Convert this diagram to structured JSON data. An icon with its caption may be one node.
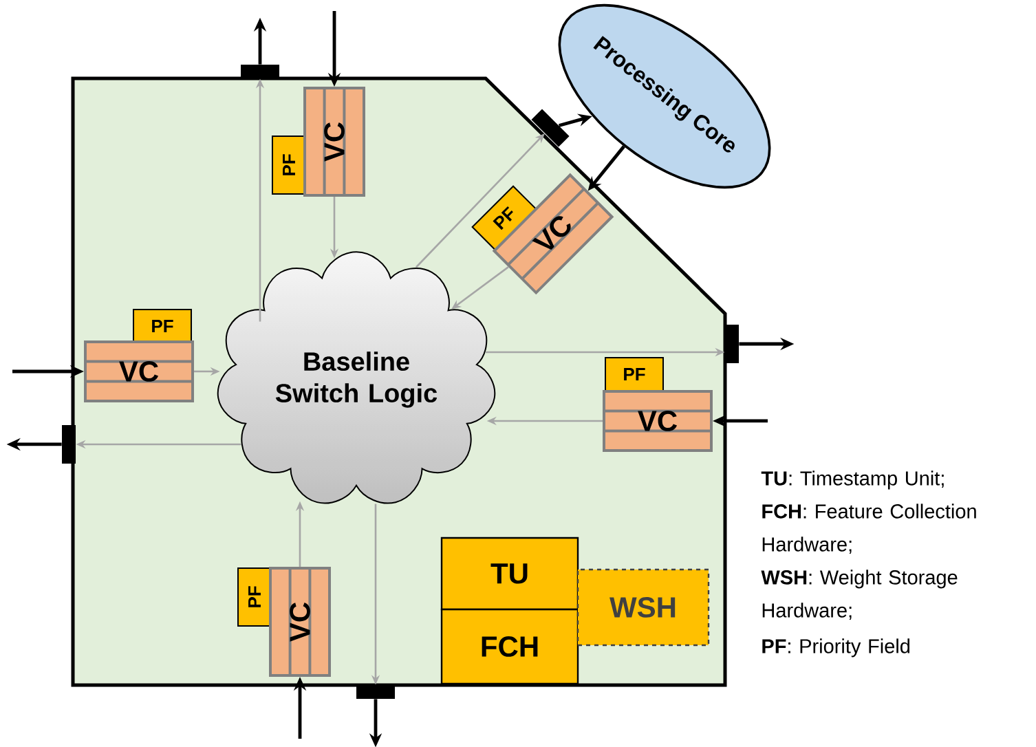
{
  "diagram": {
    "nodes": [
      {
        "text": [],
        "shape": "box"
      },
      {
        "text": [
          "Processing Core"
        ]
      },
      {
        "text": [
          "Baseline Switch Logic"
        ],
        "in": 0
      },
      {
        "text": [
          "PF"
        ],
        "in": 0
      },
      {
        "text": [
          "VC"
        ],
        "in": 0
      },
      {
        "text": [
          "PF"
        ],
        "in": 0
      },
      {
        "text": [
          "VC"
        ],
        "in": 0
      },
      {
        "text": [
          "PF"
        ],
        "in": 0
      },
      {
        "text": [
          "VC"
        ],
        "in": 0
      },
      {
        "text": [
          "PF"
        ],
        "in": 0
      },
      {
        "text": [
          "VC"
        ],
        "in": 0
      },
      {
        "text": [
          "PF"
        ],
        "in": 0
      },
      {
        "text": [
          "VC"
        ],
        "in": 0
      },
      {
        "text": [
          "TU"
        ],
        "in": 0
      },
      {
        "text": [
          "FCH"
        ],
        "in": 0
      },
      {
        "text": [
          "WSH"
        ],
        "in": 0
      },
      {
        "text": [],
        "shape": "bar"
      },
      {
        "text": [],
        "shape": "bar"
      },
      {
        "text": [],
        "shape": "bar"
      },
      {
        "text": [],
        "shape": "bar"
      },
      {
        "text": [],
        "shape": "bar"
      }
    ],
    "edges": [
      {
        "from": null,
        "to": 4,
        "arrow": "to"
      },
      {
        "from": 4,
        "to": 2,
        "arrow": "to",
        "color": "#a6a6a6"
      },
      {
        "from": 2,
        "to": 16,
        "arrow": "to",
        "color": "#a6a6a6"
      },
      {
        "from": 16,
        "to": null,
        "arrow": "to"
      },
      {
        "from": 2,
        "to": 17,
        "arrow": "to",
        "color": "#a6a6a6"
      },
      {
        "from": 17,
        "to": 1,
        "arrow": "to"
      },
      {
        "from": 1,
        "to": 6,
        "arrow": "to"
      },
      {
        "from": 6,
        "to": 2,
        "arrow": "to",
        "color": "#a6a6a6"
      },
      {
        "from": 2,
        "to": 18,
        "arrow": "to",
        "color": "#a6a6a6"
      },
      {
        "from": 18,
        "to": null,
        "arrow": "to"
      },
      {
        "from": null,
        "to": 8,
        "arrow": "to"
      },
      {
        "from": 8,
        "to": 2,
        "arrow": "to",
        "color": "#a6a6a6"
      },
      {
        "from": 2,
        "to": 19,
        "arrow": "to",
        "color": "#a6a6a6"
      },
      {
        "from": 19,
        "to": null,
        "arrow": "to"
      },
      {
        "from": null,
        "to": 10,
        "arrow": "to"
      },
      {
        "from": 10,
        "to": 2,
        "arrow": "to",
        "color": "#a6a6a6"
      },
      {
        "from": null,
        "to": 12,
        "arrow": "to"
      },
      {
        "from": 12,
        "to": 2,
        "arrow": "to",
        "color": "#a6a6a6"
      },
      {
        "from": 2,
        "to": 20,
        "arrow": "to",
        "color": "#a6a6a6"
      },
      {
        "from": 20,
        "to": null,
        "arrow": "to"
      }
    ],
    "labels": [
      "**TU**: Timestamp Unit;",
      "**FCH**: Feature Collection Hardware;",
      "**WSH**: Weight Storage Hardware;",
      "**PF**: Priority Field"
    ]
  }
}
